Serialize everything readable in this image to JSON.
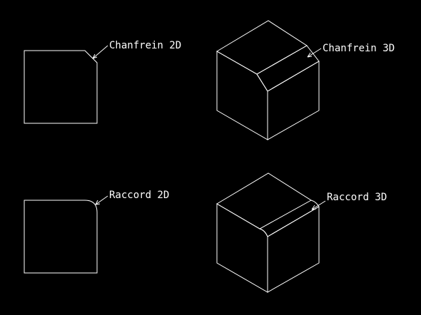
{
  "colors": {
    "background": "#000000",
    "lines": "#ffffff",
    "text": "#ffffff"
  },
  "labels": {
    "chamfer_2d": "Chanfrein 2D",
    "chamfer_3d": "Chanfrein 3D",
    "fillet_2d": "Raccord 2D",
    "fillet_3d": "Raccord 3D"
  }
}
